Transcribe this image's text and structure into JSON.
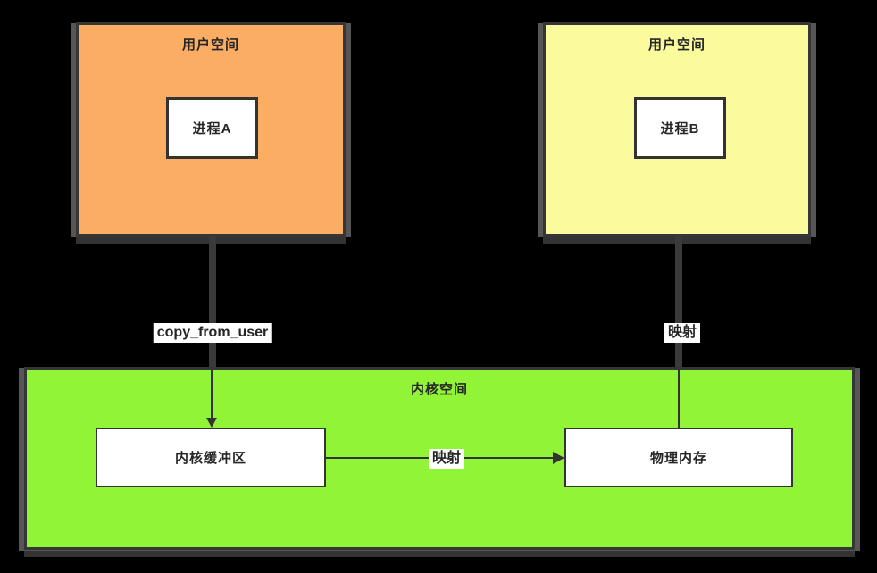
{
  "colors": {
    "background": "#000000",
    "user_space_a_fill": "#FBAD63",
    "user_space_b_fill": "#FBFA9D",
    "kernel_fill": "#92F436",
    "border_dark": "#363636",
    "connector_thick": "#3A3A3A",
    "connector_thin": "#333333",
    "side_shadow": "#565656",
    "node_fill": "#FFFFFF",
    "text": "#262626"
  },
  "user_space_a": {
    "title": "用户空间",
    "process": "进程A"
  },
  "user_space_b": {
    "title": "用户空间",
    "process": "进程B"
  },
  "kernel_space": {
    "title": "内核空间",
    "buffer": "内核缓冲区",
    "memory": "物理内存"
  },
  "edges": {
    "copy_from_user_label": "copy_from_user",
    "map_process_b_label": "映射",
    "map_buffer_memory_label": "映射"
  }
}
